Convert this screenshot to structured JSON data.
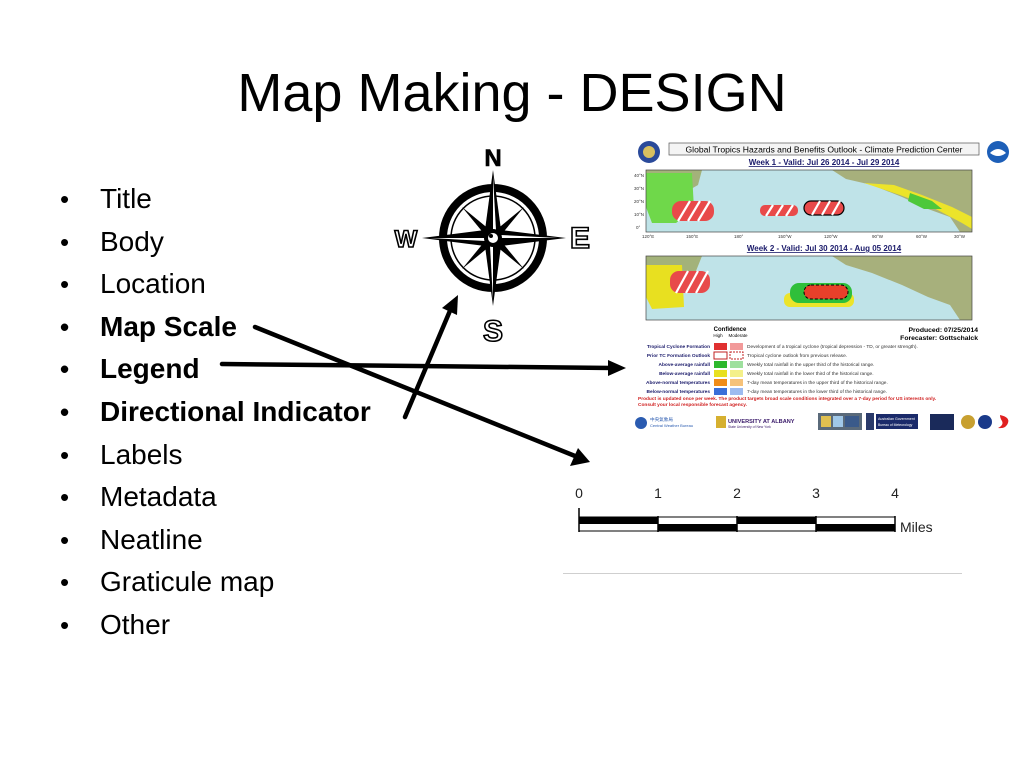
{
  "slide": {
    "title": "Map Making - DESIGN",
    "bullets": [
      {
        "label": "Title",
        "bold": false
      },
      {
        "label": "Body",
        "bold": false
      },
      {
        "label": "Location",
        "bold": false
      },
      {
        "label": "Map Scale",
        "bold": true
      },
      {
        "label": "Legend",
        "bold": true
      },
      {
        "label": "Directional Indicator",
        "bold": true
      },
      {
        "label": "Labels",
        "bold": false
      },
      {
        "label": "Metadata",
        "bold": false
      },
      {
        "label": "Neatline",
        "bold": false
      },
      {
        "label": "Graticule map",
        "bold": false
      },
      {
        "label": "Other",
        "bold": false
      }
    ]
  },
  "compass": {
    "n": "N",
    "s": "S",
    "e": "E",
    "w": "W"
  },
  "outlook": {
    "header": "Global Tropics Hazards and Benefits Outlook - Climate Prediction Center",
    "week1": "Week 1 - Valid: Jul 26 2014 - Jul 29 2014",
    "week2": "Week 2 - Valid: Jul 30 2014 - Aug 05 2014",
    "confidence": "Confidence",
    "high": "High",
    "moderate": "Moderate",
    "produced": "Produced: 07/25/2014",
    "forecaster": "Forecaster: Gottschalck",
    "lon_labels": [
      "120°E",
      "150°E",
      "180°",
      "150°W",
      "120°W",
      "90°W",
      "60°W",
      "30°W"
    ],
    "lat_labels": [
      "40°N",
      "30°N",
      "20°N",
      "10°N",
      "0°"
    ],
    "legend": [
      {
        "name": "Tropical Cyclone Formation",
        "desc": "Development of a tropical cyclone (tropical depression - TD, or greater strength).",
        "color": "#e03030"
      },
      {
        "name": "Prior TC Formation Outlook",
        "desc": "Tropical cyclone outlook from previous release.",
        "color": "#ffffff"
      },
      {
        "name": "Above-average rainfall",
        "desc": "Weekly total rainfall in the upper third of the historical range.",
        "color": "#2db82d"
      },
      {
        "name": "Below-average rainfall",
        "desc": "Weekly total rainfall in the lower third of the historical range.",
        "color": "#e8e020"
      },
      {
        "name": "Above-normal temperatures",
        "desc": "7-day mean temperatures in the upper third of the historical range.",
        "color": "#f08c18"
      },
      {
        "name": "Below-normal temperatures",
        "desc": "7-day mean temperatures in the lower third of the historical range.",
        "color": "#3a6fd8"
      }
    ],
    "note1": "Product is updated once per week. The product targets broad scale conditions integrated over a 7-day period for US interests only.",
    "note2": "Consult your local responsible forecast agency.",
    "logos": [
      "中央氣象局",
      "Central Weather Bureau",
      "UNIVERSITY AT ALBANY",
      "State University of New York",
      "Australian Government",
      "Bureau of Meteorology"
    ]
  },
  "scale": {
    "ticks": [
      "0",
      "1",
      "2",
      "3",
      "4"
    ],
    "unit": "Miles"
  }
}
